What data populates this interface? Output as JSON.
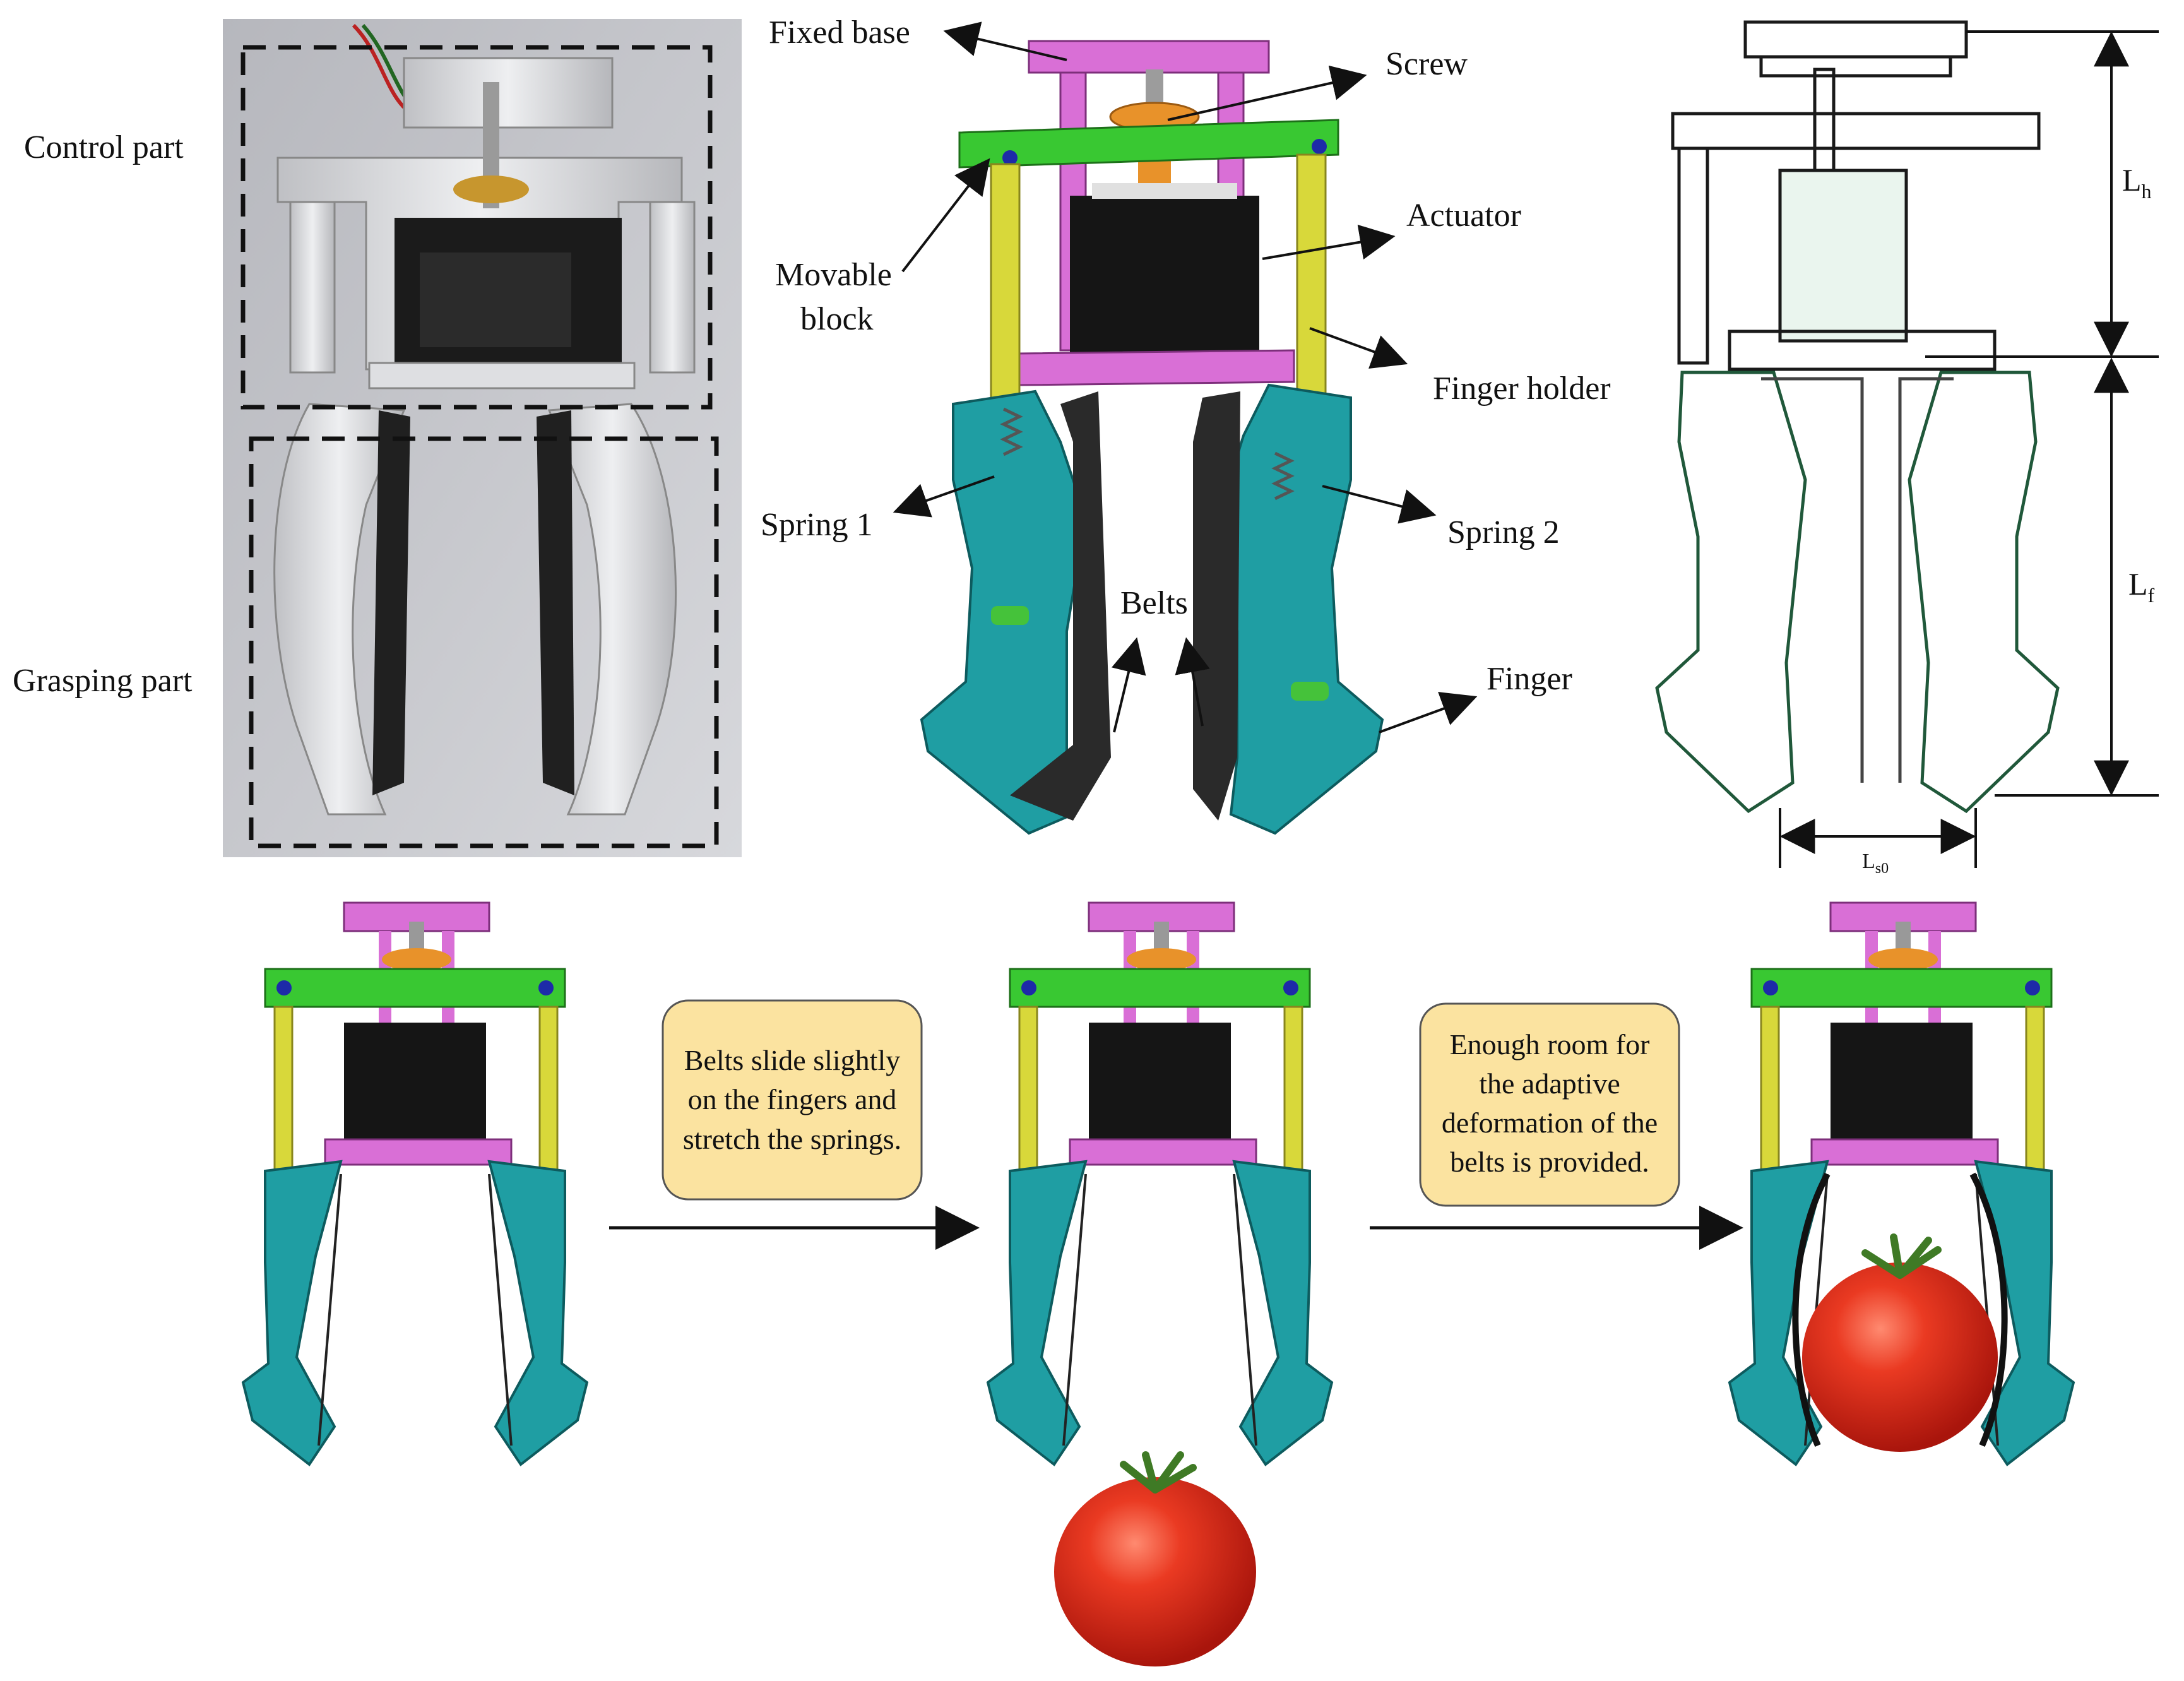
{
  "labels": {
    "control_part": "Control part",
    "grasping_part": "Grasping part",
    "fixed_base": "Fixed base",
    "screw": "Screw",
    "actuator": "Actuator",
    "movable_block_1": "Movable",
    "movable_block_2": "block",
    "finger_holder": "Finger holder",
    "spring_1": "Spring 1",
    "spring_2": "Spring 2",
    "belts": "Belts",
    "finger": "Finger"
  },
  "dimensions": {
    "lh_main": "L",
    "lh_sub": "h",
    "lf_main": "L",
    "lf_sub": "f",
    "ls0_main": "L",
    "ls0_sub": "s0"
  },
  "steps": {
    "step1": [
      "Belts slide slightly",
      "on the fingers and",
      "stretch the springs."
    ],
    "step2": [
      "Enough room for",
      "the adaptive",
      "deformation of the",
      "belts is provided."
    ]
  },
  "colors": {
    "base": "#d96fd6",
    "block": "#39c832",
    "rod": "#d8d83a",
    "finger": "#1f9ea3",
    "belt": "#2a2a2a",
    "nut": "#e8922a",
    "motor": "#151515",
    "tomato": "#e02a1a",
    "note_fill": "#fbe3a0"
  }
}
